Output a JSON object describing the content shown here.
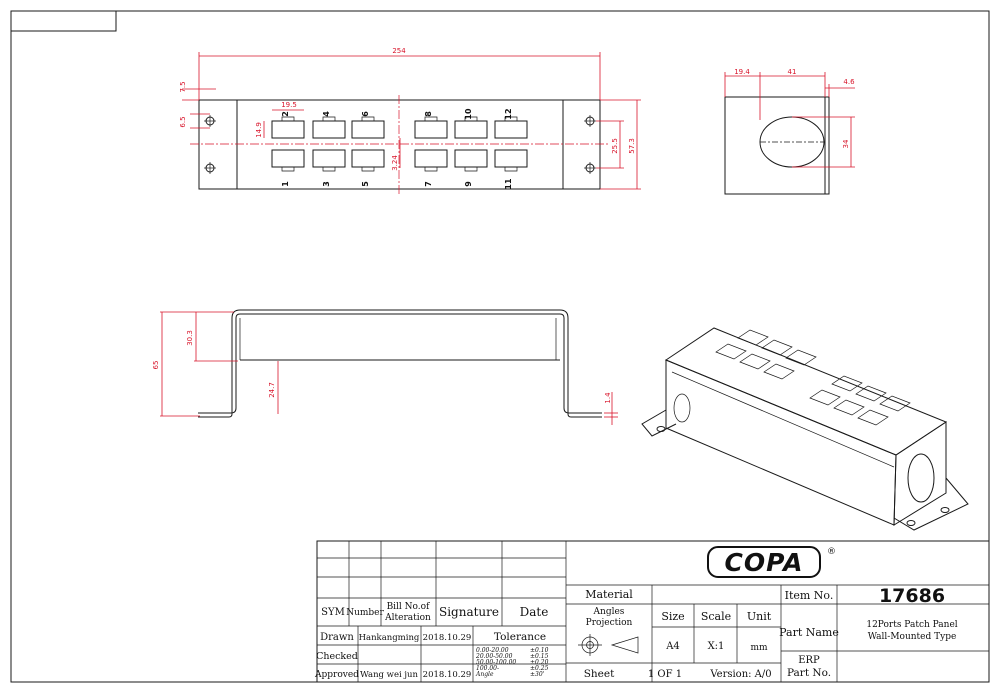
{
  "drawing": {
    "front_view": {
      "dimensions": {
        "overall_width": "254",
        "hole_offset_top": "7.5",
        "hole_offset_left": "6.5",
        "port_pitch": "19.5",
        "port_height": "14.9",
        "port_row_gap": "3.24",
        "row_spacing": "25.5",
        "panel_height": "57.3"
      },
      "port_numbers_top": [
        "2",
        "4",
        "6",
        "8",
        "10",
        "12"
      ],
      "port_numbers_bottom": [
        "1",
        "3",
        "5",
        "7",
        "9",
        "11"
      ]
    },
    "side_view": {
      "dimensions": {
        "a": "19.4",
        "b": "41",
        "c": "4.6",
        "d": "34"
      }
    },
    "bottom_view": {
      "dimensions": {
        "height": "65",
        "upper": "30.3",
        "lower": "24.7",
        "flange": "1.4"
      }
    }
  },
  "title_block": {
    "logo_text": "COPA",
    "logo_mark": "®",
    "revision_header": {
      "sym": "SYM",
      "number": "Number",
      "bill_line1": "Bill No.of",
      "bill_line2": "Alteration",
      "signature": "Signature",
      "date": "Date"
    },
    "roles": {
      "drawn_label": "Drawn",
      "drawn_name": "Hankangming",
      "drawn_date": "2018.10.29",
      "checked_label": "Checked",
      "approved_label": "Approved",
      "approved_name": "Wang wei jun",
      "approved_date": "2018.10.29"
    },
    "tolerance": {
      "title": "Tolerance",
      "rows": [
        {
          "range": "0.00-20.00",
          "value": "±0.10"
        },
        {
          "range": "20.00-50.00",
          "value": "±0.15"
        },
        {
          "range": "50.00-100.00",
          "value": "±0.20"
        },
        {
          "range": "100.00-",
          "value": "±0.25"
        },
        {
          "range": "Angle",
          "value": "±30'"
        }
      ]
    },
    "material_label": "Material",
    "projection_line1": "Angles",
    "projection_line2": "Projection",
    "size_label": "Size",
    "size_value": "A4",
    "scale_label": "Scale",
    "scale_value": "X:1",
    "unit_label": "Unit",
    "unit_value": "mm",
    "sheet_label": "Sheet",
    "sheet_value": "1 OF 1",
    "version": "Version: A/0",
    "item_no_label": "Item No.",
    "item_no_value": "17686",
    "part_name_label": "Part Name",
    "part_name_line1": "12Ports  Patch Panel",
    "part_name_line2": "Wall-Mounted Type",
    "erp_label_line1": "ERP",
    "erp_label_line2": "Part No."
  }
}
